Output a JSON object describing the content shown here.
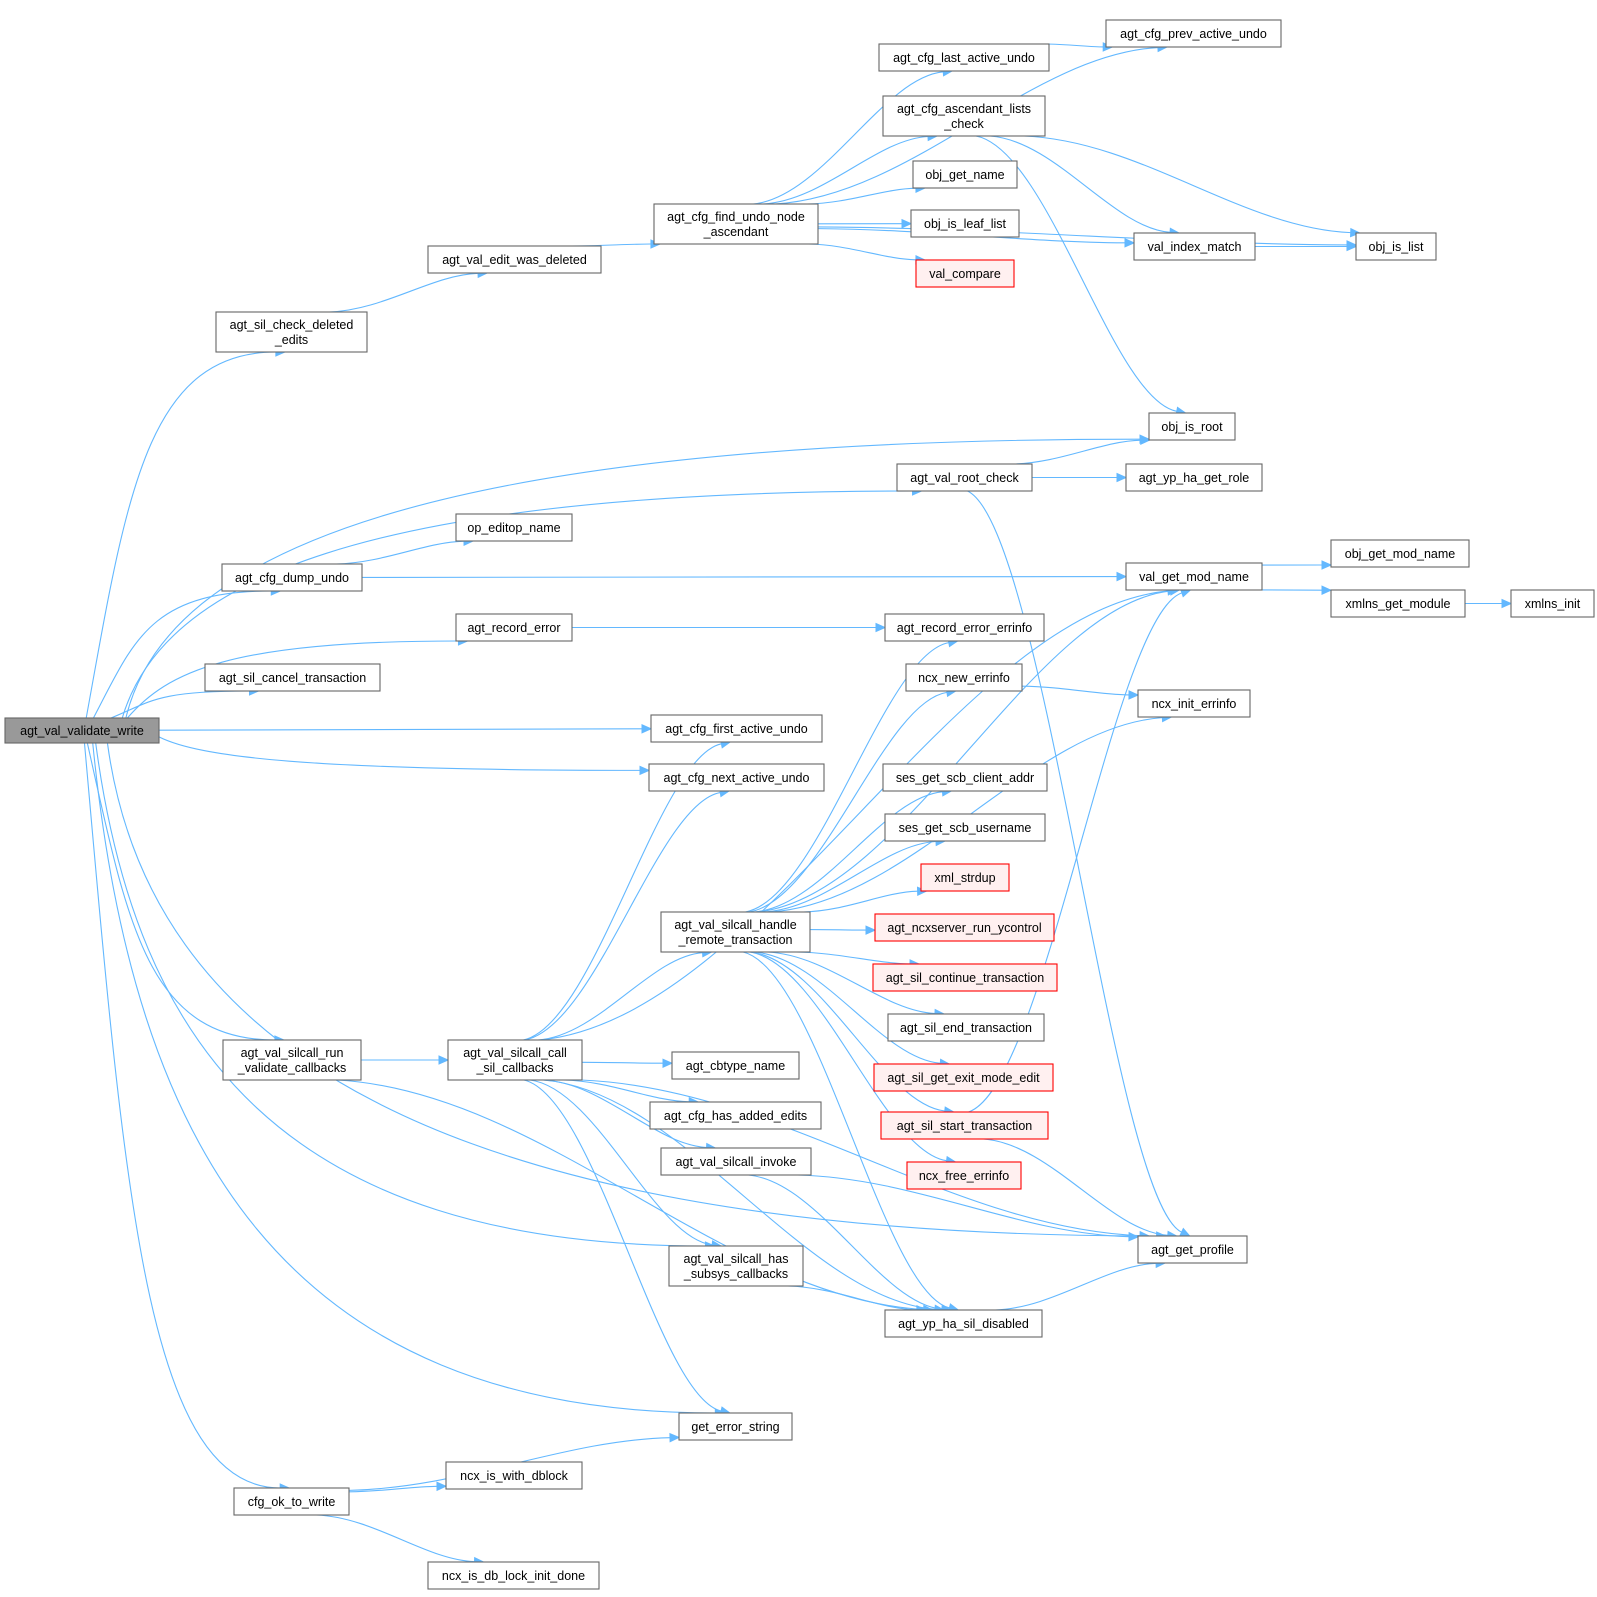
{
  "nodes": [
    {
      "id": "root",
      "lines": [
        "agt_val_validate_write"
      ],
      "style": "root"
    },
    {
      "id": "sil_check_del",
      "lines": [
        "agt_sil_check_deleted",
        "_edits"
      ],
      "style": "normal"
    },
    {
      "id": "edit_was_del",
      "lines": [
        "agt_val_edit_was_deleted"
      ],
      "style": "normal"
    },
    {
      "id": "find_undo",
      "lines": [
        "agt_cfg_find_undo_node",
        "_ascendant"
      ],
      "style": "normal"
    },
    {
      "id": "last_active",
      "lines": [
        "agt_cfg_last_active_undo"
      ],
      "style": "normal"
    },
    {
      "id": "prev_active",
      "lines": [
        "agt_cfg_prev_active_undo"
      ],
      "style": "normal"
    },
    {
      "id": "asc_lists",
      "lines": [
        "agt_cfg_ascendant_lists",
        "_check"
      ],
      "style": "normal"
    },
    {
      "id": "obj_get_name",
      "lines": [
        "obj_get_name"
      ],
      "style": "normal"
    },
    {
      "id": "obj_is_leaf_list",
      "lines": [
        "obj_is_leaf_list"
      ],
      "style": "normal"
    },
    {
      "id": "val_compare",
      "lines": [
        "val_compare"
      ],
      "style": "trunc"
    },
    {
      "id": "val_index_match",
      "lines": [
        "val_index_match"
      ],
      "style": "normal"
    },
    {
      "id": "obj_is_list",
      "lines": [
        "obj_is_list"
      ],
      "style": "normal"
    },
    {
      "id": "obj_is_root",
      "lines": [
        "obj_is_root"
      ],
      "style": "normal"
    },
    {
      "id": "root_check",
      "lines": [
        "agt_val_root_check"
      ],
      "style": "normal"
    },
    {
      "id": "ha_get_role",
      "lines": [
        "agt_yp_ha_get_role"
      ],
      "style": "normal"
    },
    {
      "id": "op_editop",
      "lines": [
        "op_editop_name"
      ],
      "style": "normal"
    },
    {
      "id": "dump_undo",
      "lines": [
        "agt_cfg_dump_undo"
      ],
      "style": "normal"
    },
    {
      "id": "val_get_mod",
      "lines": [
        "val_get_mod_name"
      ],
      "style": "normal"
    },
    {
      "id": "obj_get_mod",
      "lines": [
        "obj_get_mod_name"
      ],
      "style": "normal"
    },
    {
      "id": "xmlns_get_mod",
      "lines": [
        "xmlns_get_module"
      ],
      "style": "normal"
    },
    {
      "id": "xmlns_init",
      "lines": [
        "xmlns_init"
      ],
      "style": "normal"
    },
    {
      "id": "record_error",
      "lines": [
        "agt_record_error"
      ],
      "style": "normal"
    },
    {
      "id": "record_errinfo",
      "lines": [
        "agt_record_error_errinfo"
      ],
      "style": "normal"
    },
    {
      "id": "new_errinfo",
      "lines": [
        "ncx_new_errinfo"
      ],
      "style": "normal"
    },
    {
      "id": "init_errinfo",
      "lines": [
        "ncx_init_errinfo"
      ],
      "style": "normal"
    },
    {
      "id": "cancel_tx",
      "lines": [
        "agt_sil_cancel_transaction"
      ],
      "style": "normal"
    },
    {
      "id": "first_active",
      "lines": [
        "agt_cfg_first_active_undo"
      ],
      "style": "normal"
    },
    {
      "id": "next_active",
      "lines": [
        "agt_cfg_next_active_undo"
      ],
      "style": "normal"
    },
    {
      "id": "client_addr",
      "lines": [
        "ses_get_scb_client_addr"
      ],
      "style": "normal"
    },
    {
      "id": "username",
      "lines": [
        "ses_get_scb_username"
      ],
      "style": "normal"
    },
    {
      "id": "xml_strdup",
      "lines": [
        "xml_strdup"
      ],
      "style": "trunc"
    },
    {
      "id": "handle_remote",
      "lines": [
        "agt_val_silcall_handle",
        "_remote_transaction"
      ],
      "style": "normal"
    },
    {
      "id": "ycontrol",
      "lines": [
        "agt_ncxserver_run_ycontrol"
      ],
      "style": "trunc"
    },
    {
      "id": "continue_tx",
      "lines": [
        "agt_sil_continue_transaction"
      ],
      "style": "trunc"
    },
    {
      "id": "end_tx",
      "lines": [
        "agt_sil_end_transaction"
      ],
      "style": "normal"
    },
    {
      "id": "run_validate",
      "lines": [
        "agt_val_silcall_run",
        "_validate_callbacks"
      ],
      "style": "normal"
    },
    {
      "id": "call_sil",
      "lines": [
        "agt_val_silcall_call",
        "_sil_callbacks"
      ],
      "style": "normal"
    },
    {
      "id": "cbtype_name",
      "lines": [
        "agt_cbtype_name"
      ],
      "style": "normal"
    },
    {
      "id": "exit_mode",
      "lines": [
        "agt_sil_get_exit_mode_edit"
      ],
      "style": "trunc"
    },
    {
      "id": "has_added",
      "lines": [
        "agt_cfg_has_added_edits"
      ],
      "style": "normal"
    },
    {
      "id": "start_tx",
      "lines": [
        "agt_sil_start_transaction"
      ],
      "style": "trunc"
    },
    {
      "id": "invoke",
      "lines": [
        "agt_val_silcall_invoke"
      ],
      "style": "normal"
    },
    {
      "id": "free_errinfo",
      "lines": [
        "ncx_free_errinfo"
      ],
      "style": "trunc"
    },
    {
      "id": "get_profile",
      "lines": [
        "agt_get_profile"
      ],
      "style": "normal"
    },
    {
      "id": "has_subsys",
      "lines": [
        "agt_val_silcall_has",
        "_subsys_callbacks"
      ],
      "style": "normal"
    },
    {
      "id": "sil_disabled",
      "lines": [
        "agt_yp_ha_sil_disabled"
      ],
      "style": "normal"
    },
    {
      "id": "get_error_string",
      "lines": [
        "get_error_string"
      ],
      "style": "normal"
    },
    {
      "id": "dblock",
      "lines": [
        "ncx_is_with_dblock"
      ],
      "style": "normal"
    },
    {
      "id": "ok_to_write",
      "lines": [
        "cfg_ok_to_write"
      ],
      "style": "normal"
    },
    {
      "id": "lock_init",
      "lines": [
        "ncx_is_db_lock_init_done"
      ],
      "style": "normal"
    }
  ],
  "edges": [
    [
      "root",
      "sil_check_del"
    ],
    [
      "root",
      "obj_is_root"
    ],
    [
      "root",
      "root_check"
    ],
    [
      "root",
      "dump_undo"
    ],
    [
      "root",
      "record_error"
    ],
    [
      "root",
      "cancel_tx"
    ],
    [
      "root",
      "first_active"
    ],
    [
      "root",
      "next_active"
    ],
    [
      "root",
      "run_validate"
    ],
    [
      "root",
      "has_subsys"
    ],
    [
      "root",
      "get_profile"
    ],
    [
      "root",
      "get_error_string"
    ],
    [
      "root",
      "ok_to_write"
    ],
    [
      "sil_check_del",
      "edit_was_del"
    ],
    [
      "edit_was_del",
      "find_undo"
    ],
    [
      "find_undo",
      "prev_active"
    ],
    [
      "find_undo",
      "last_active"
    ],
    [
      "find_undo",
      "asc_lists"
    ],
    [
      "find_undo",
      "obj_get_name"
    ],
    [
      "find_undo",
      "obj_is_leaf_list"
    ],
    [
      "find_undo",
      "val_compare"
    ],
    [
      "find_undo",
      "val_index_match"
    ],
    [
      "find_undo",
      "obj_is_list"
    ],
    [
      "last_active",
      "prev_active"
    ],
    [
      "asc_lists",
      "obj_is_list"
    ],
    [
      "asc_lists",
      "val_index_match"
    ],
    [
      "asc_lists",
      "obj_is_root"
    ],
    [
      "val_index_match",
      "obj_is_list"
    ],
    [
      "root_check",
      "obj_is_root"
    ],
    [
      "root_check",
      "ha_get_role"
    ],
    [
      "root_check",
      "get_profile"
    ],
    [
      "dump_undo",
      "op_editop"
    ],
    [
      "dump_undo",
      "val_get_mod"
    ],
    [
      "val_get_mod",
      "obj_get_mod"
    ],
    [
      "val_get_mod",
      "xmlns_get_mod"
    ],
    [
      "xmlns_get_mod",
      "xmlns_init"
    ],
    [
      "record_error",
      "record_errinfo"
    ],
    [
      "new_errinfo",
      "init_errinfo"
    ],
    [
      "run_validate",
      "call_sil"
    ],
    [
      "run_validate",
      "sil_disabled"
    ],
    [
      "call_sil",
      "first_active"
    ],
    [
      "call_sil",
      "next_active"
    ],
    [
      "call_sil",
      "val_get_mod"
    ],
    [
      "call_sil",
      "handle_remote"
    ],
    [
      "call_sil",
      "cbtype_name"
    ],
    [
      "call_sil",
      "has_added"
    ],
    [
      "call_sil",
      "invoke"
    ],
    [
      "call_sil",
      "has_subsys"
    ],
    [
      "call_sil",
      "sil_disabled"
    ],
    [
      "call_sil",
      "get_error_string"
    ],
    [
      "call_sil",
      "get_profile"
    ],
    [
      "handle_remote",
      "record_errinfo"
    ],
    [
      "handle_remote",
      "new_errinfo"
    ],
    [
      "handle_remote",
      "init_errinfo"
    ],
    [
      "handle_remote",
      "client_addr"
    ],
    [
      "handle_remote",
      "username"
    ],
    [
      "handle_remote",
      "xml_strdup"
    ],
    [
      "handle_remote",
      "ycontrol"
    ],
    [
      "handle_remote",
      "continue_tx"
    ],
    [
      "handle_remote",
      "end_tx"
    ],
    [
      "handle_remote",
      "exit_mode"
    ],
    [
      "handle_remote",
      "start_tx"
    ],
    [
      "handle_remote",
      "free_errinfo"
    ],
    [
      "handle_remote",
      "sil_disabled"
    ],
    [
      "handle_remote",
      "val_get_mod"
    ],
    [
      "start_tx",
      "val_get_mod"
    ],
    [
      "start_tx",
      "get_profile"
    ],
    [
      "invoke",
      "get_profile"
    ],
    [
      "invoke",
      "sil_disabled"
    ],
    [
      "has_subsys",
      "sil_disabled"
    ],
    [
      "sil_disabled",
      "get_profile"
    ],
    [
      "ok_to_write",
      "dblock"
    ],
    [
      "ok_to_write",
      "get_error_string"
    ],
    [
      "ok_to_write",
      "lock_init"
    ]
  ],
  "colors": {
    "edge": "#63b8ff",
    "node_border": "#666666",
    "root_fill": "#999999",
    "trunc_border": "#ff0000",
    "trunc_fill": "#fff0f0"
  }
}
